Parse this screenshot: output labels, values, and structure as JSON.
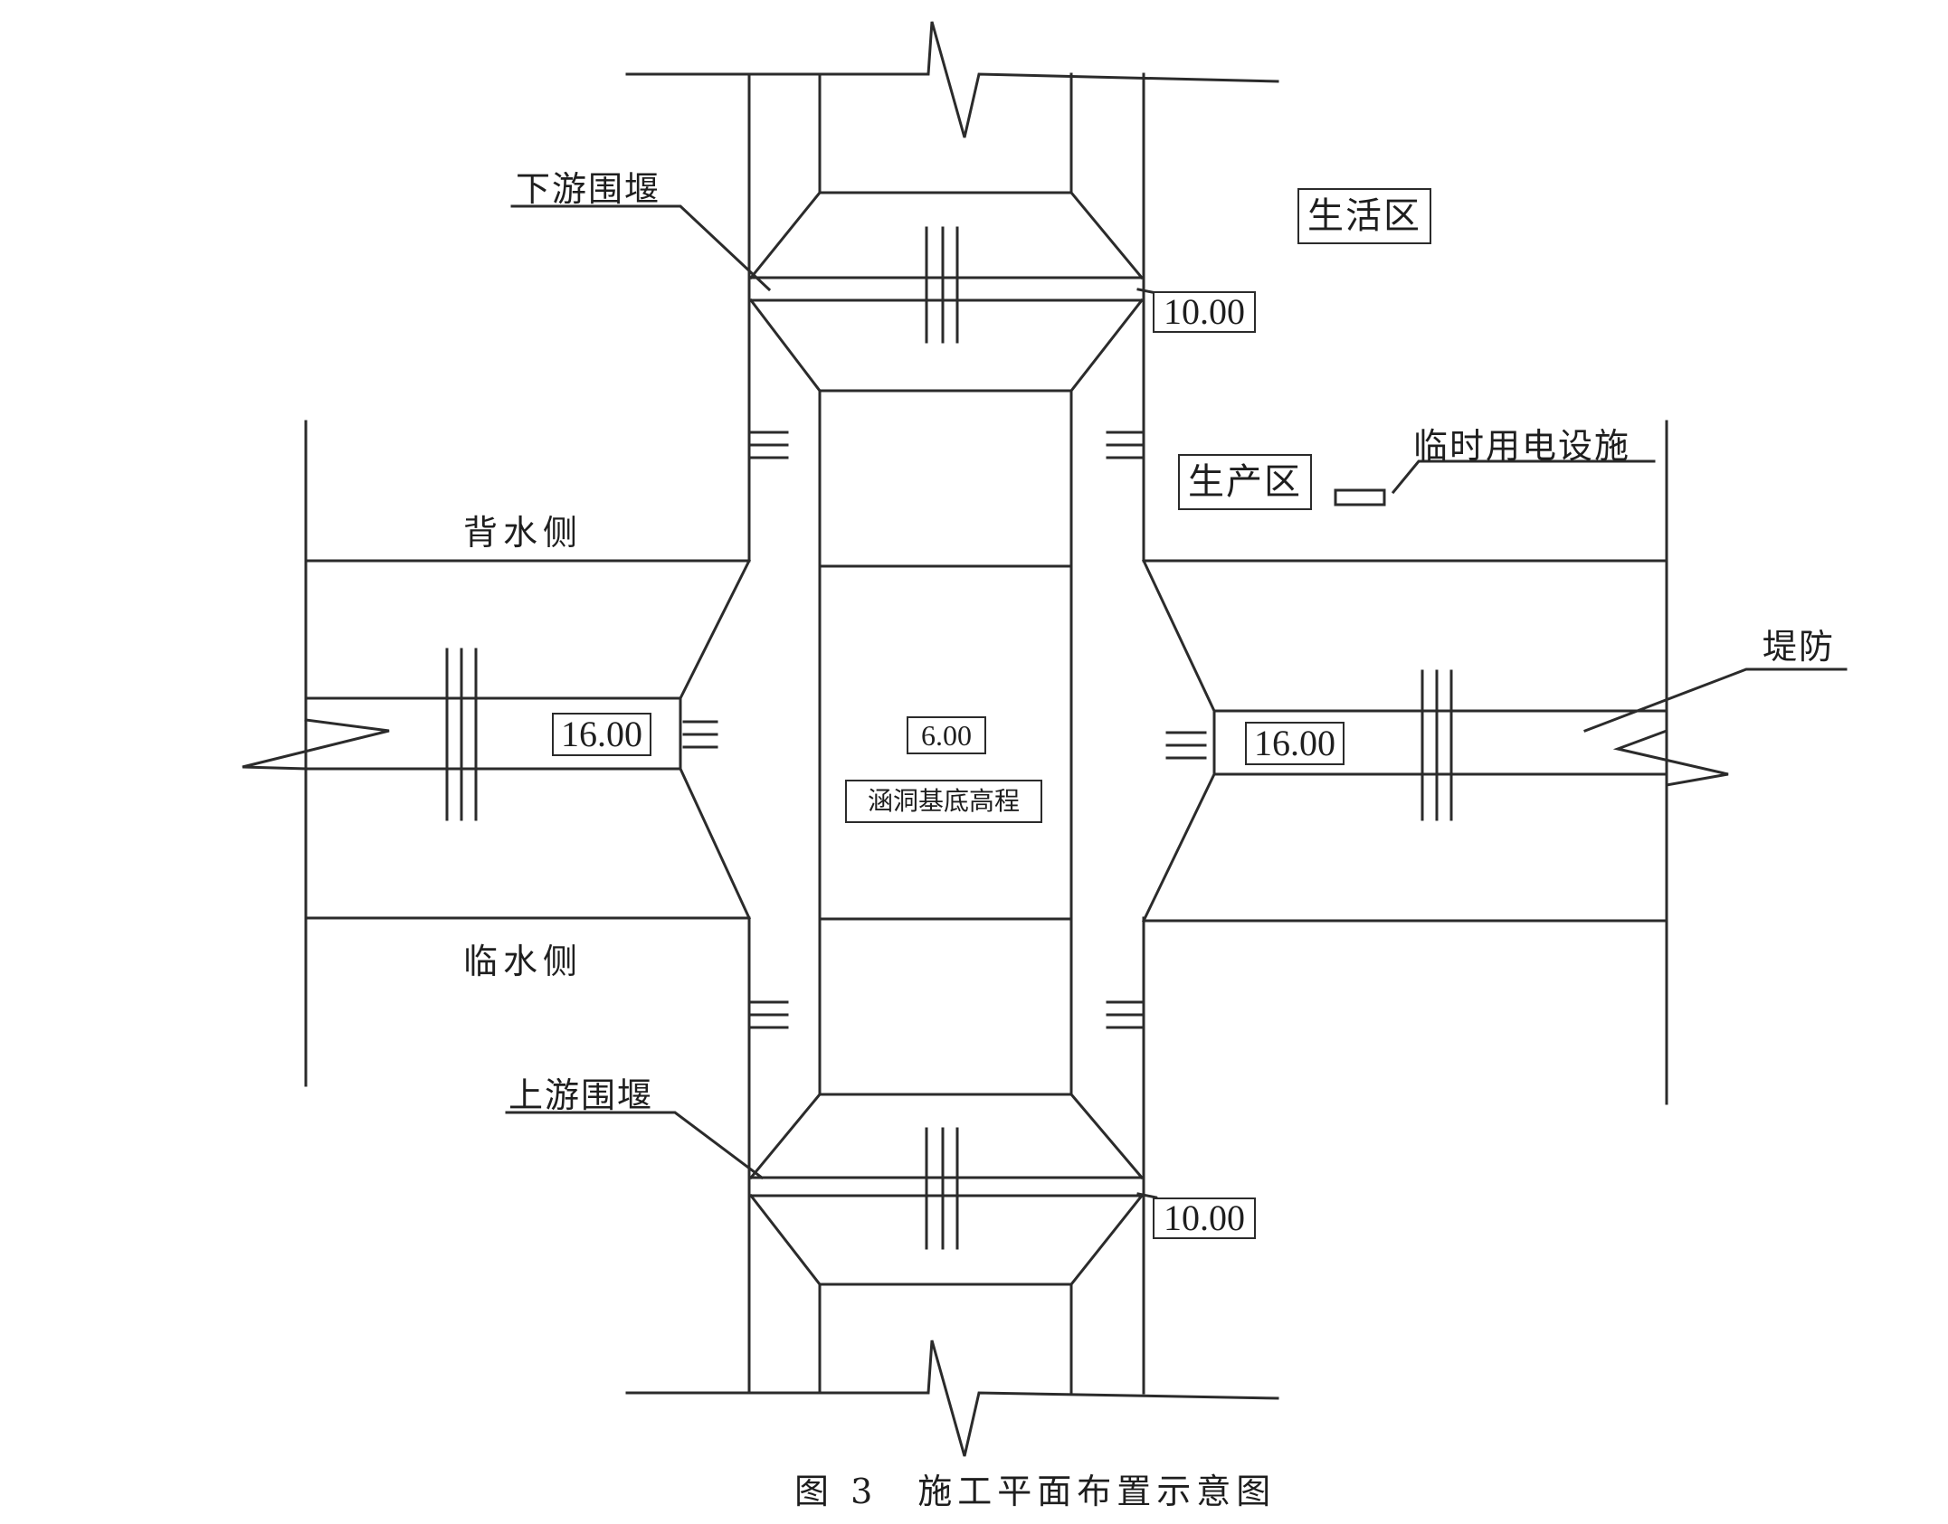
{
  "figure": {
    "caption_number": "图 3",
    "caption_title": "施工平面布置示意图"
  },
  "zones": {
    "living": "生活区",
    "production": "生产区"
  },
  "sides": {
    "landward": "背水侧",
    "waterward": "临水侧"
  },
  "callouts": {
    "downstream_cofferdam": "下游围堰",
    "upstream_cofferdam": "上游围堰",
    "temp_power": "临时用电设施",
    "levee": "堤防"
  },
  "elevations": {
    "downstream_cofferdam": "10.00",
    "upstream_cofferdam": "10.00",
    "levee_left": "16.00",
    "levee_right": "16.00",
    "culvert_base": "6.00",
    "culvert_base_label": "涵洞基底高程"
  }
}
